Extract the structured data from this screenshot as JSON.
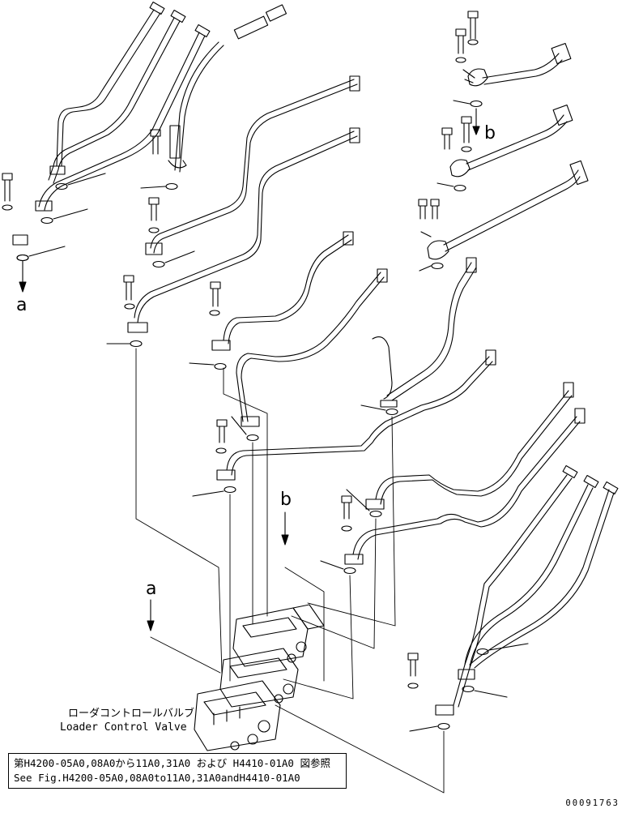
{
  "callouts": {
    "a_left": "a",
    "a_lower": "a",
    "b_right": "b",
    "b_lower": "b"
  },
  "caption": {
    "jp": "ローダコントロールバルブ",
    "en": "Loader Control Valve"
  },
  "reference": {
    "jp": "第H4200-05A0,08A0から11A0,31A0 および H4410-01A0 図参照",
    "en": "See Fig.H4200-05A0,08A0to11A0,31A0andH4410-01A0"
  },
  "drawing_number": "00091763",
  "colors": {
    "line": "#000000",
    "background": "#ffffff"
  }
}
